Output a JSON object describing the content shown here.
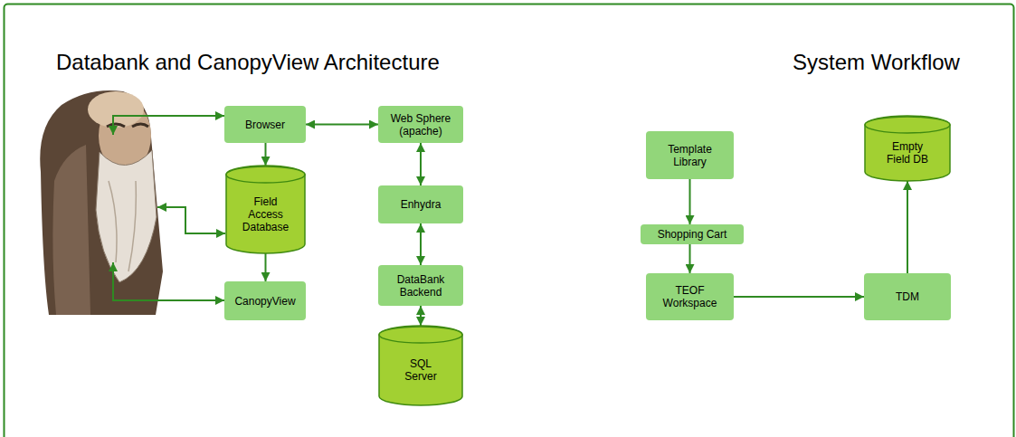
{
  "diagram": {
    "nodes": [
      {
        "text": [
          "Browser"
        ]
      },
      {
        "text": [
          "Web Sphere (apache)"
        ]
      },
      {
        "text": [
          "Field Access Database"
        ]
      },
      {
        "text": [
          "Enhydra"
        ]
      },
      {
        "text": [
          "CanopyView"
        ]
      },
      {
        "text": [
          "DataBank Backend"
        ]
      },
      {
        "text": [
          "SQL Server"
        ]
      },
      {
        "text": [
          "Template Library"
        ]
      },
      {
        "text": [
          "Shopping Cart"
        ]
      },
      {
        "text": [
          "TEOF Workspace"
        ]
      },
      {
        "text": [
          "TDM"
        ]
      },
      {
        "text": [
          "Empty Field DB"
        ]
      }
    ],
    "edges": [
      {
        "from": 0,
        "to": 2,
        "arrow": "to"
      },
      {
        "from": 2,
        "to": 4,
        "arrow": "to"
      },
      {
        "from": 0,
        "to": 1,
        "arrow": "both"
      },
      {
        "from": 1,
        "to": 3,
        "arrow": "both"
      },
      {
        "from": 3,
        "to": 5,
        "arrow": "both"
      },
      {
        "from": 5,
        "to": 6,
        "arrow": "both"
      },
      {
        "from": 7,
        "to": 8,
        "arrow": "to"
      },
      {
        "from": 8,
        "to": 9,
        "arrow": "to"
      },
      {
        "from": 9,
        "to": 10,
        "arrow": "to"
      },
      {
        "from": 10,
        "to": 11,
        "arrow": "to"
      }
    ],
    "labels": [
      "Databank and CanopyView Architecture",
      "System Workflow"
    ]
  }
}
